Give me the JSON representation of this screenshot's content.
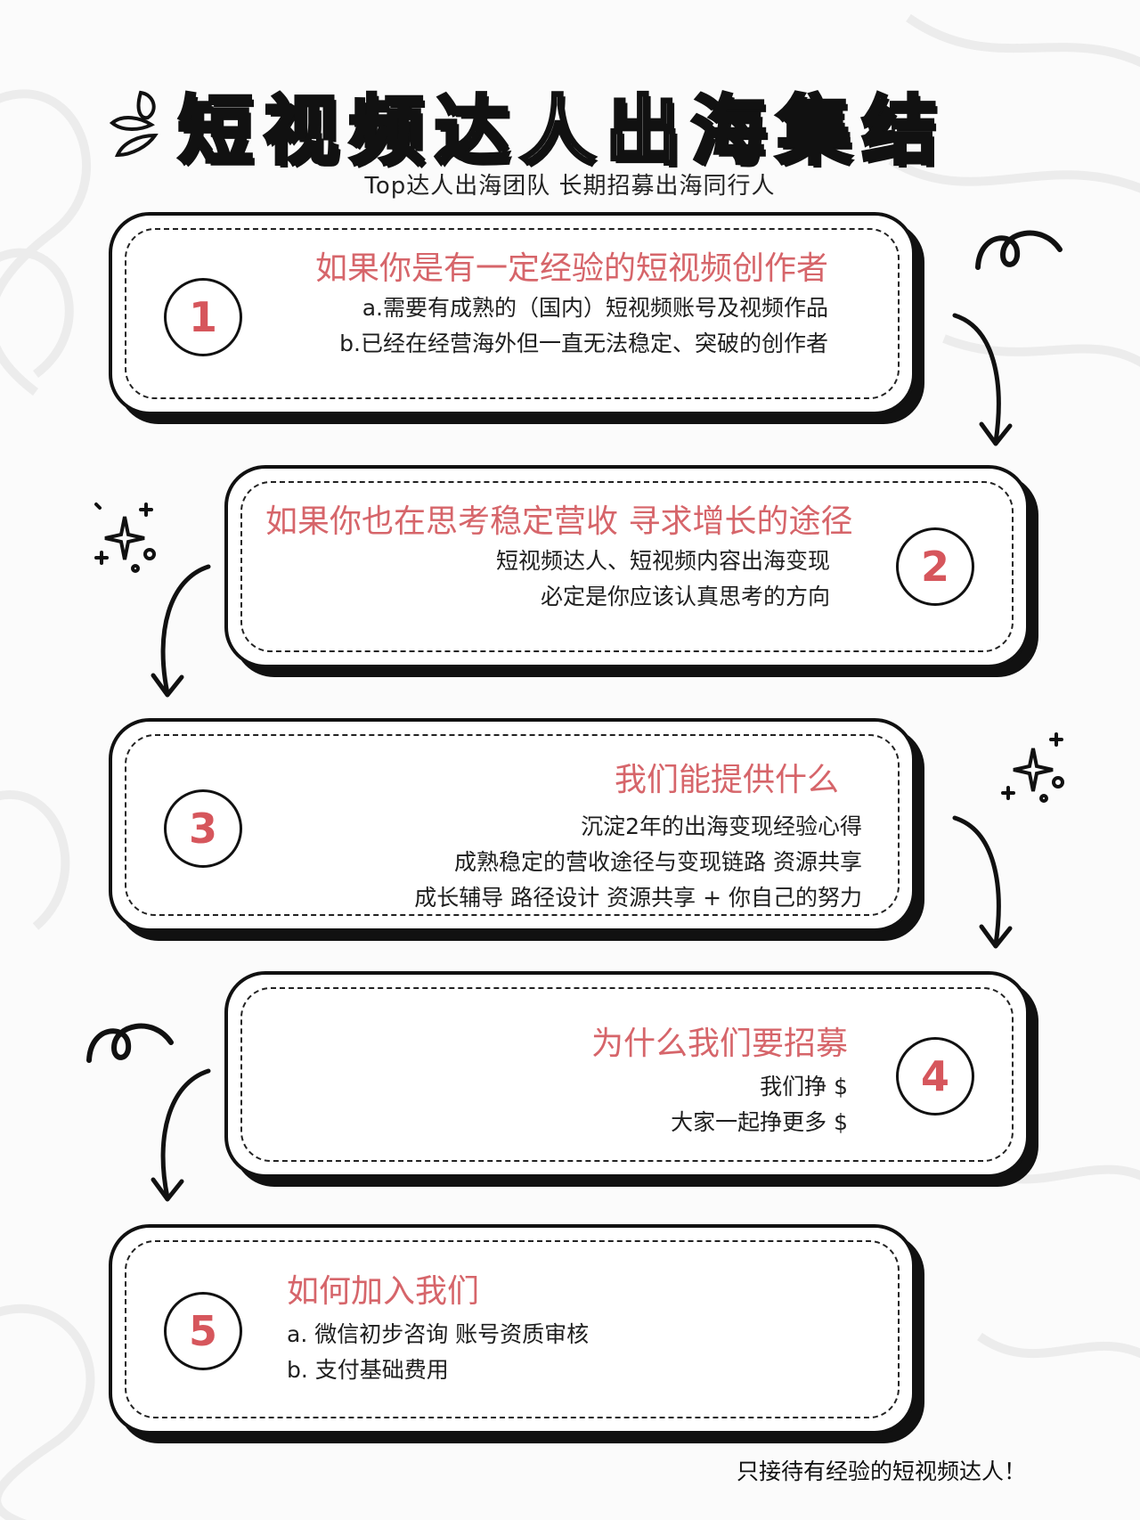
{
  "colors": {
    "accent": "#d6656a",
    "number": "#d6565c",
    "ink": "#111111",
    "background": "#fbfbfb"
  },
  "header": {
    "title": "短视频达人出海集结",
    "subtitle": "Top达人出海团队  长期招募出海同行人"
  },
  "cards": [
    {
      "number": "1",
      "title": "如果你是有一定经验的短视频创作者",
      "lines": [
        "a.需要有成熟的（国内）短视频账号及视频作品",
        "b.已经在经营海外但一直无法稳定、突破的创作者"
      ]
    },
    {
      "number": "2",
      "title": "如果你也在思考稳定营收 寻求增长的途径",
      "lines": [
        "短视频达人、短视频内容出海变现",
        "必定是你应该认真思考的方向"
      ]
    },
    {
      "number": "3",
      "title": "我们能提供什么",
      "lines": [
        "沉淀2年的出海变现经验心得",
        "成熟稳定的营收途径与变现链路 资源共享",
        "成长辅导 路径设计 资源共享 + 你自己的努力"
      ]
    },
    {
      "number": "4",
      "title": "为什么我们要招募",
      "lines": [
        "我们挣 $",
        "大家一起挣更多 $"
      ]
    },
    {
      "number": "5",
      "title": "如何加入我们",
      "lines": [
        "a. 微信初步咨询 账号资质审核",
        "b. 支付基础费用"
      ]
    }
  ],
  "footer": {
    "note": "只接待有经验的短视频达人！"
  },
  "icons": [
    "sparkle-icon",
    "curved-arrow-icon",
    "swirl-icon",
    "splash-icon"
  ]
}
